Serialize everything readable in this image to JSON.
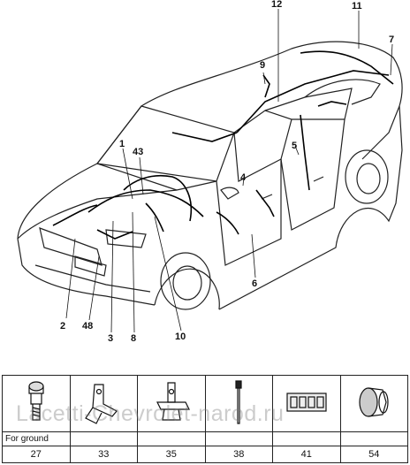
{
  "diagram": {
    "callouts": {
      "c1": "1",
      "c2": "2",
      "c3": "3",
      "c4": "4",
      "c5": "5",
      "c6": "6",
      "c7": "7",
      "c8": "8",
      "c9": "9",
      "c10": "10",
      "c11": "11",
      "c12": "12",
      "c43": "43",
      "c48": "48"
    }
  },
  "parts_table": {
    "note": "For ground",
    "numbers": [
      "27",
      "33",
      "35",
      "38",
      "41",
      "54"
    ]
  },
  "watermark": "Lacetti-Chevrolet-narod.ru"
}
